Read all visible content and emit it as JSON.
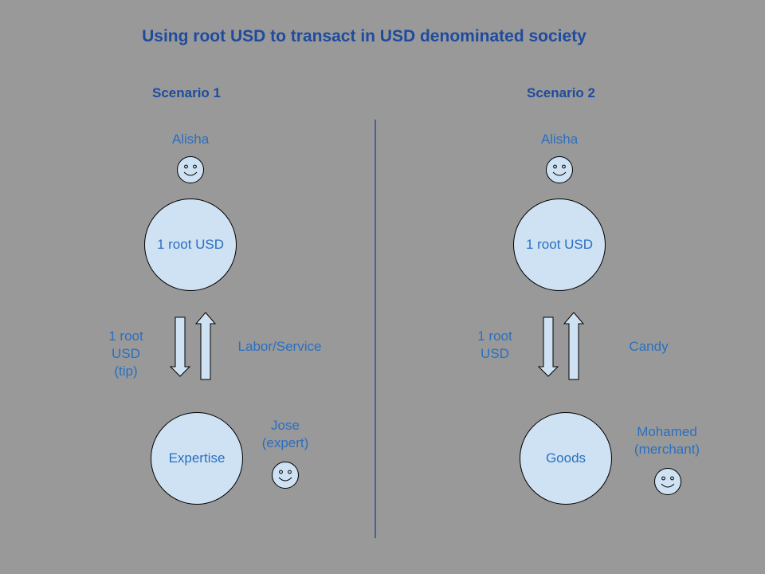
{
  "title": "Using root USD to transact in USD denominated society",
  "colors": {
    "background": "#999999",
    "text": "#2a6fc1",
    "title": "#1f4b9e",
    "shape_fill": "#cfe2f3",
    "divider": "#2a4f9e"
  },
  "scenario1": {
    "heading": "Scenario 1",
    "payer": {
      "name": "Alisha",
      "icon": "smiley-face-icon"
    },
    "top_circle": "1 root USD",
    "left_flow": "1 root\nUSD\n(tip)",
    "right_flow": "Labor/Service",
    "bottom_circle": "Expertise",
    "payee": {
      "name": "Jose\n(expert)",
      "icon": "smiley-face-icon"
    }
  },
  "scenario2": {
    "heading": "Scenario 2",
    "payer": {
      "name": "Alisha",
      "icon": "smiley-face-icon"
    },
    "top_circle": "1 root USD",
    "left_flow": "1 root\nUSD",
    "right_flow": "Candy",
    "bottom_circle": "Goods",
    "payee": {
      "name": "Mohamed\n(merchant)",
      "icon": "smiley-face-icon"
    }
  }
}
